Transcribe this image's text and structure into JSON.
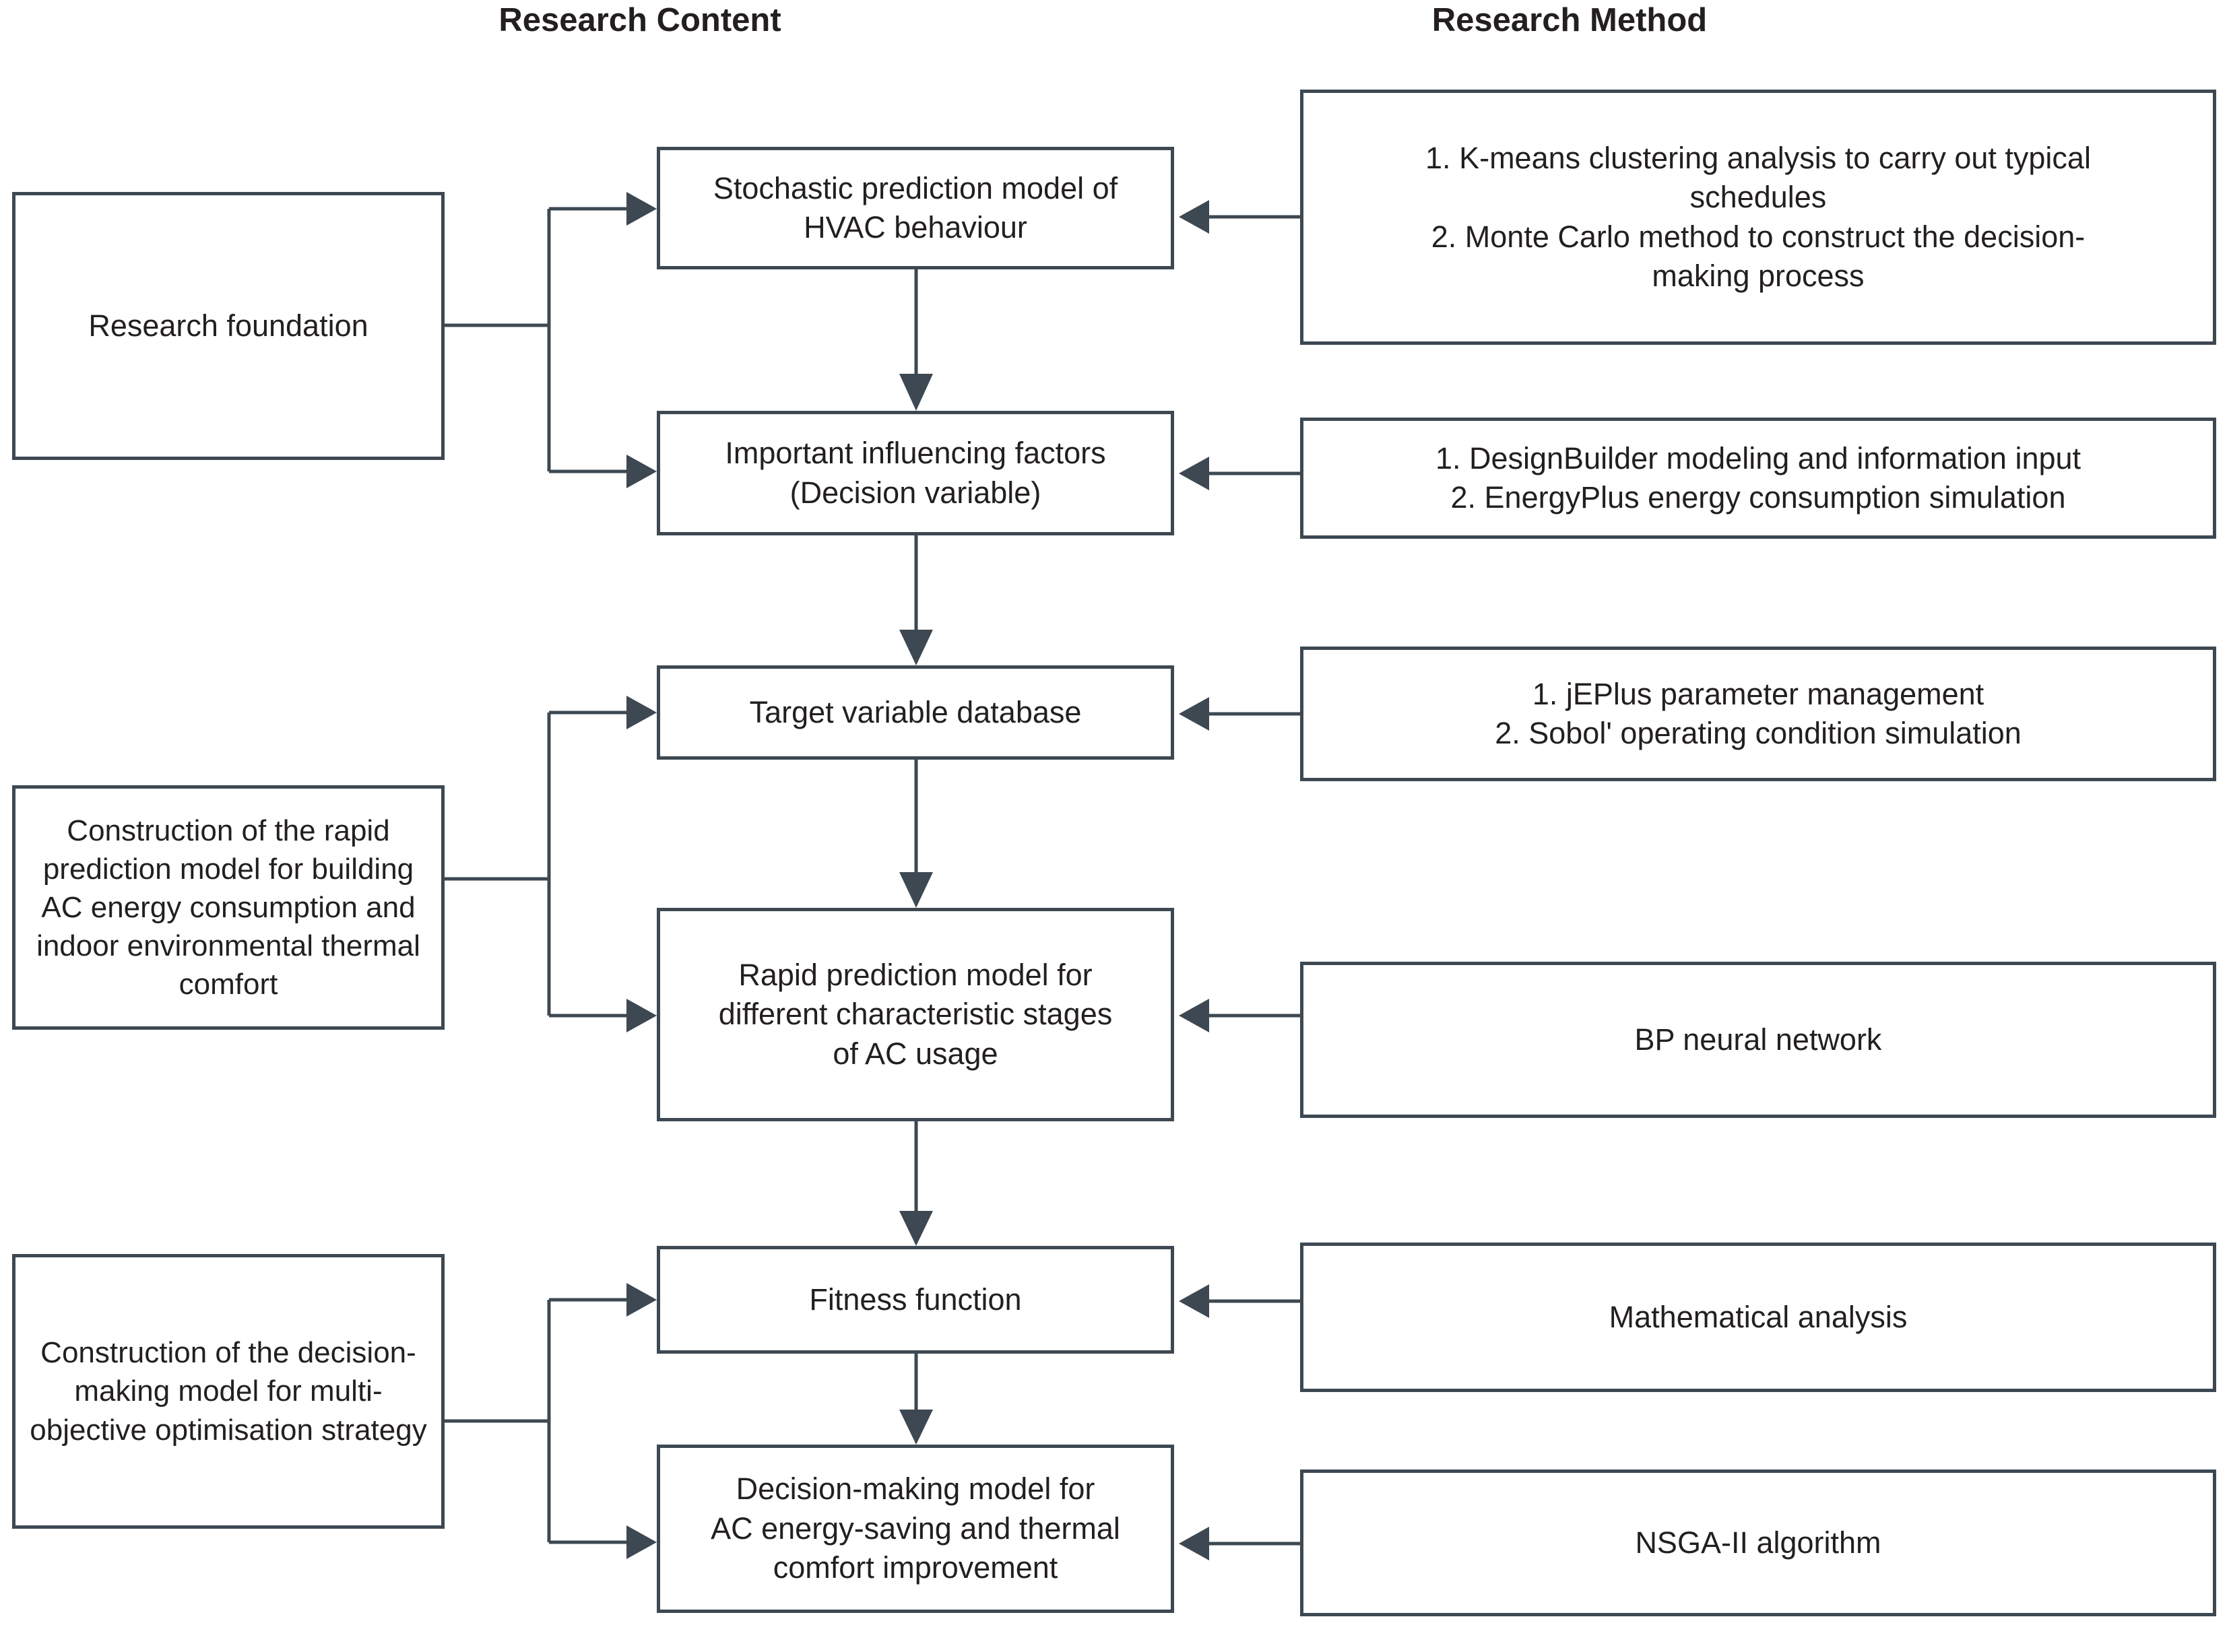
{
  "headers": {
    "left": "Research Content",
    "right": "Research Method"
  },
  "colors": {
    "stroke": "#3d4852",
    "text": "#231f20",
    "background": "#ffffff"
  },
  "groups": [
    {
      "id": "group-1",
      "label": "Research foundation"
    },
    {
      "id": "group-2",
      "label": "Construction of the rapid prediction model for building AC energy consumption and indoor environmental thermal comfort"
    },
    {
      "id": "group-3",
      "label": "Construction of the decision-making model for multi-objective optimisation strategy"
    }
  ],
  "content_boxes": [
    {
      "id": "content-1",
      "line1": "Stochastic prediction model of",
      "line2": "HVAC behaviour",
      "line3": "",
      "line4": ""
    },
    {
      "id": "content-2",
      "line1": "Important influencing factors",
      "line2": "(Decision variable)",
      "line3": "",
      "line4": ""
    },
    {
      "id": "content-3",
      "line1": "Target variable database",
      "line2": "",
      "line3": "",
      "line4": ""
    },
    {
      "id": "content-4",
      "line1": "Rapid prediction model for",
      "line2": "different characteristic stages",
      "line3": "of AC usage",
      "line4": ""
    },
    {
      "id": "content-5",
      "line1": "Fitness function",
      "line2": "",
      "line3": "",
      "line4": ""
    },
    {
      "id": "content-6",
      "line1": "Decision-making model for",
      "line2": "AC energy-saving and thermal",
      "line3": "comfort improvement",
      "line4": ""
    }
  ],
  "method_boxes": [
    {
      "id": "method-1",
      "line1": "1. K-means clustering analysis to carry out typical",
      "line2": "schedules",
      "line3": "2. Monte Carlo method to construct the decision-",
      "line4": "making process"
    },
    {
      "id": "method-2",
      "line1": "1. DesignBuilder modeling and information input",
      "line2": "2. EnergyPlus energy consumption simulation",
      "line3": "",
      "line4": ""
    },
    {
      "id": "method-3",
      "line1": "1. jEPlus parameter management",
      "line2": "2. Sobol' operating condition simulation",
      "line3": "",
      "line4": ""
    },
    {
      "id": "method-4",
      "line1": "BP neural network",
      "line2": "",
      "line3": "",
      "line4": ""
    },
    {
      "id": "method-5",
      "line1": "Mathematical analysis",
      "line2": "",
      "line3": "",
      "line4": ""
    },
    {
      "id": "method-6",
      "line1": "NSGA-II algorithm",
      "line2": "",
      "line3": "",
      "line4": ""
    }
  ]
}
